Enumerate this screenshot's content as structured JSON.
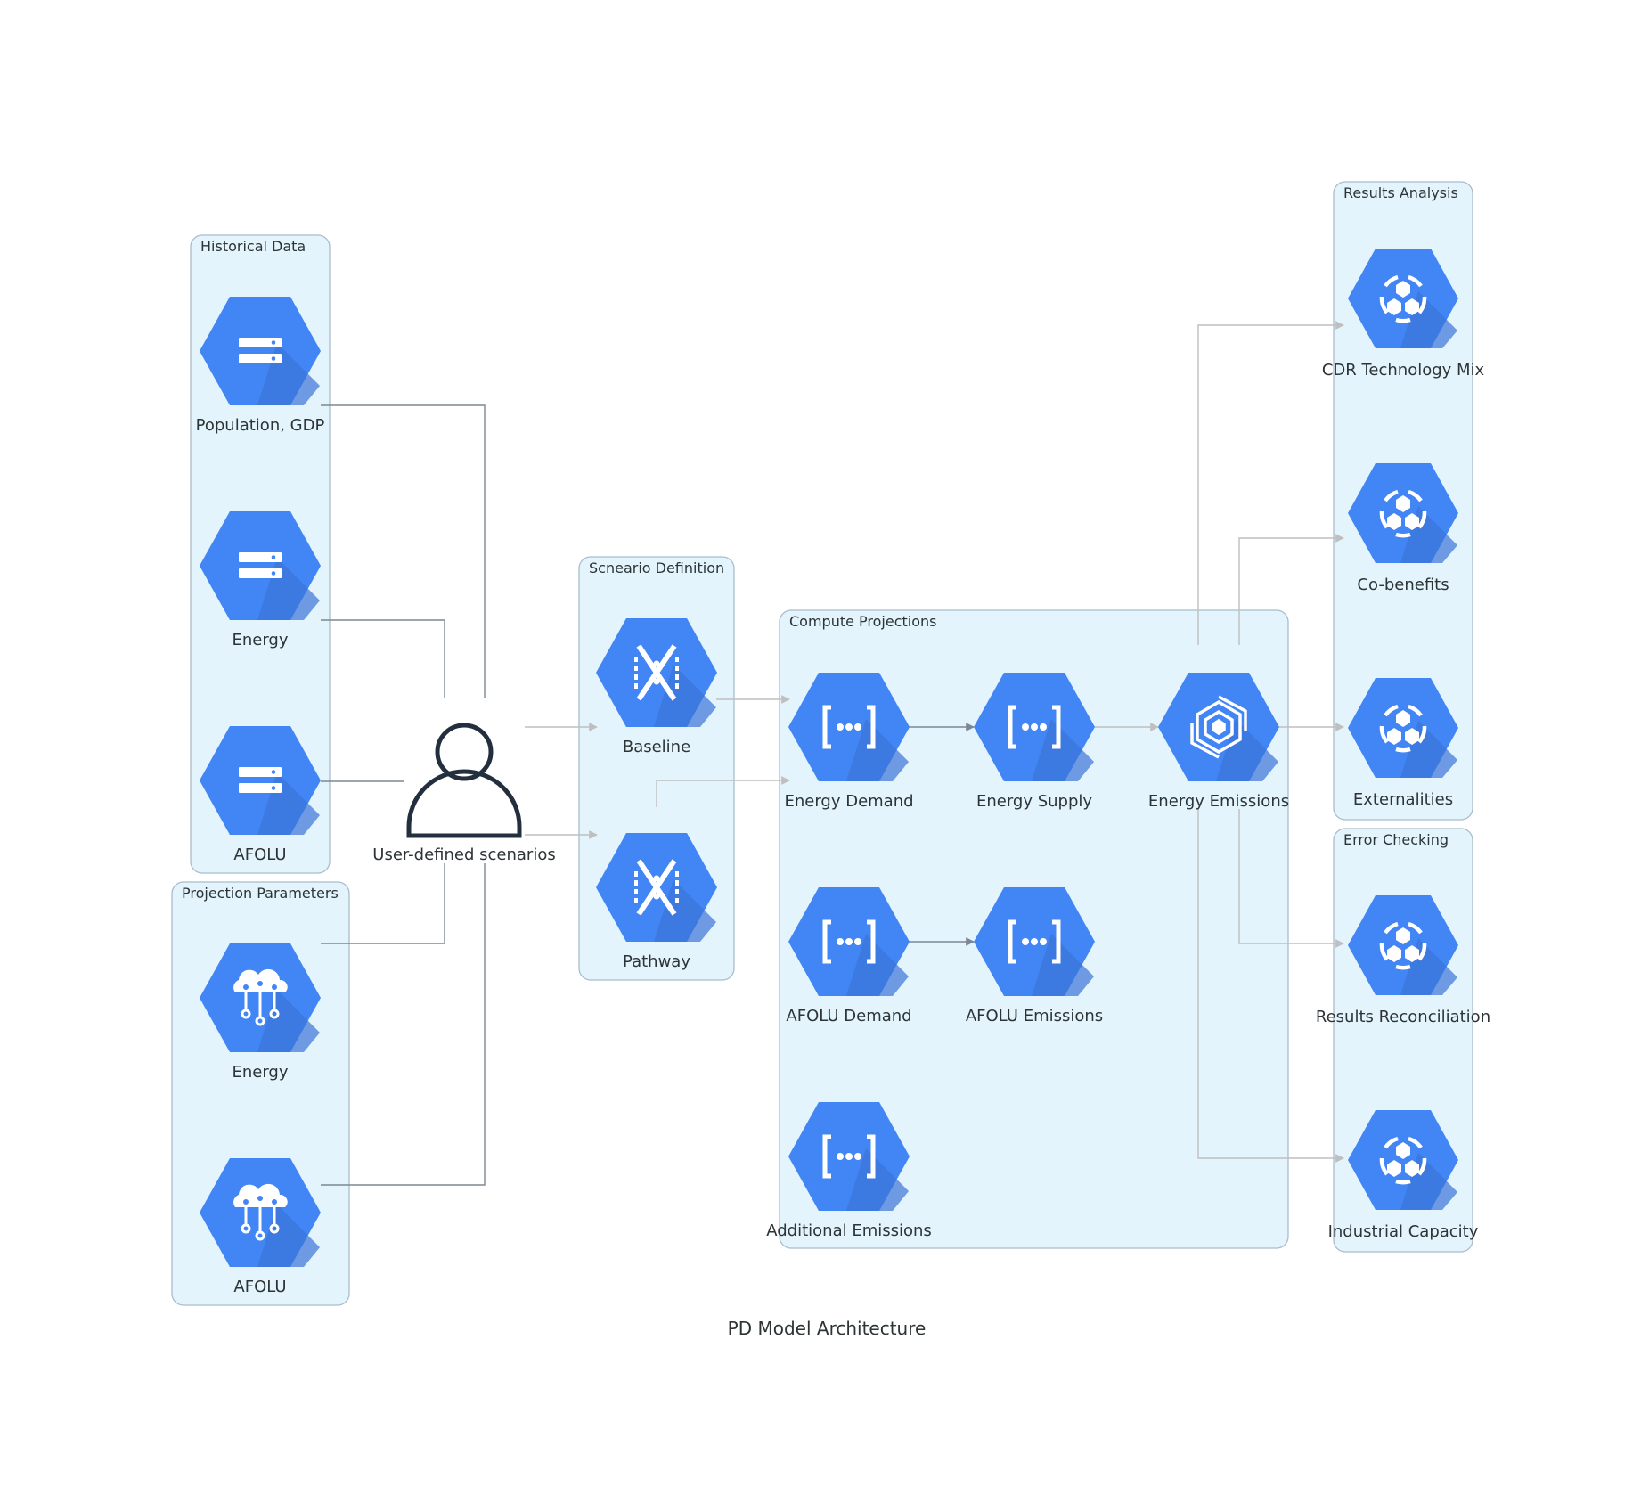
{
  "diagram": {
    "title": "PD Model Architecture",
    "colors": {
      "cluster_fill": "#e3f4fc",
      "cluster_stroke": "#a9bccb",
      "hex_fill": "#4285f4",
      "hex_shadow": "#3b74d9",
      "edge_dark": "#7b8894",
      "edge_light": "#bfbfbf",
      "user_stroke": "#232f3e",
      "label_text": "#2d3436"
    },
    "clusters": {
      "historical": "Historical Data",
      "projection_params": "Projection Parameters",
      "scenario": "Scneario Definition",
      "compute": "Compute Projections",
      "results": "Results Analysis",
      "error": "Error Checking"
    },
    "nodes": {
      "hist_pop": {
        "label": "Population, GDP",
        "icon": "database-icon"
      },
      "hist_energy": {
        "label": "Energy",
        "icon": "database-icon"
      },
      "hist_afolu": {
        "label": "AFOLU",
        "icon": "database-icon"
      },
      "param_energy": {
        "label": "Energy",
        "icon": "cloud-network-icon"
      },
      "param_afolu": {
        "label": "AFOLU",
        "icon": "cloud-network-icon"
      },
      "user": {
        "label": "User-defined scenarios",
        "icon": "user-icon"
      },
      "baseline": {
        "label": "Baseline",
        "icon": "dataflow-icon"
      },
      "pathway": {
        "label": "Pathway",
        "icon": "dataflow-icon"
      },
      "energy_demand": {
        "label": "Energy Demand",
        "icon": "function-icon"
      },
      "energy_supply": {
        "label": "Energy Supply",
        "icon": "function-icon"
      },
      "energy_emissions": {
        "label": "Energy Emissions",
        "icon": "stack-icon"
      },
      "afolu_demand": {
        "label": "AFOLU Demand",
        "icon": "function-icon"
      },
      "afolu_emissions": {
        "label": "AFOLU Emissions",
        "icon": "function-icon"
      },
      "additional_emissions": {
        "label": "Additional Emissions",
        "icon": "function-icon"
      },
      "cdr_mix": {
        "label": "CDR Technology Mix",
        "icon": "hexagon-cluster-icon"
      },
      "co_benefits": {
        "label": "Co-benefits",
        "icon": "hexagon-cluster-icon"
      },
      "externalities": {
        "label": "Externalities",
        "icon": "hexagon-cluster-icon"
      },
      "results_reconciliation": {
        "label": "Results Reconciliation",
        "icon": "hexagon-cluster-icon"
      },
      "industrial_capacity": {
        "label": "Industrial Capacity",
        "icon": "hexagon-cluster-icon"
      }
    },
    "edges": [
      {
        "from": "hist_pop",
        "to": "user"
      },
      {
        "from": "hist_energy",
        "to": "user"
      },
      {
        "from": "hist_afolu",
        "to": "user"
      },
      {
        "from": "param_energy",
        "to": "user"
      },
      {
        "from": "param_afolu",
        "to": "user"
      },
      {
        "from": "user",
        "to": "baseline"
      },
      {
        "from": "user",
        "to": "pathway"
      },
      {
        "from": "baseline",
        "to": "energy_demand"
      },
      {
        "from": "pathway",
        "to": "energy_demand"
      },
      {
        "from": "energy_demand",
        "to": "energy_supply"
      },
      {
        "from": "energy_supply",
        "to": "energy_emissions"
      },
      {
        "from": "afolu_demand",
        "to": "afolu_emissions"
      },
      {
        "from": "energy_emissions",
        "to": "cdr_mix"
      },
      {
        "from": "energy_emissions",
        "to": "co_benefits"
      },
      {
        "from": "energy_emissions",
        "to": "externalities"
      },
      {
        "from": "energy_emissions",
        "to": "results_reconciliation"
      },
      {
        "from": "energy_emissions",
        "to": "industrial_capacity"
      }
    ]
  }
}
